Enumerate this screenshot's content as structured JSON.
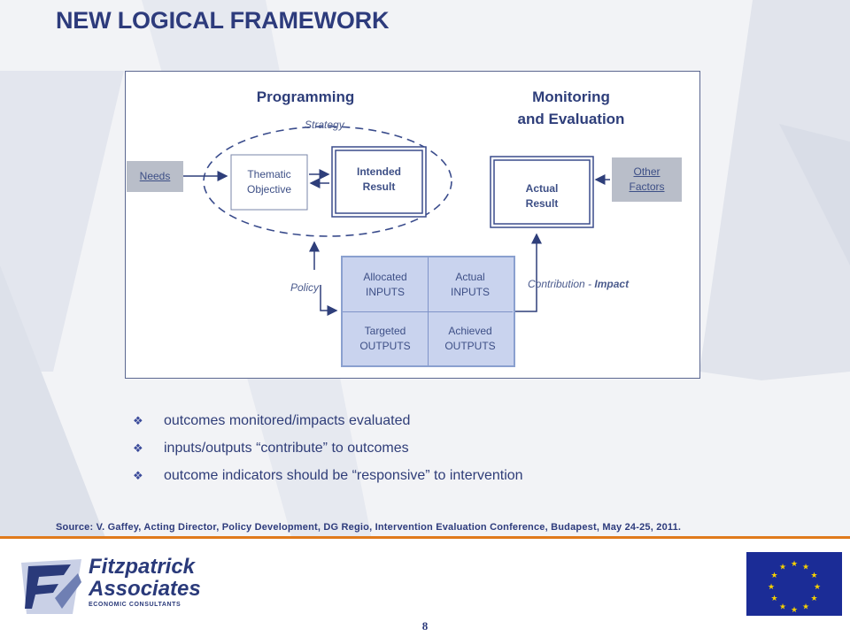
{
  "title": "NEW LOGICAL FRAMEWORK",
  "diagram": {
    "heading_left": "Programming",
    "heading_right_line1": "Monitoring",
    "heading_right_line2": "and Evaluation",
    "strategy": "Strategy",
    "needs": "Needs",
    "thematic_line1": "Thematic",
    "thematic_line2": "Objective",
    "intended_line1": "Intended",
    "intended_line2": "Result",
    "actual_result_line1": "Actual",
    "actual_result_line2": "Result",
    "other_factors_line1": "Other",
    "other_factors_line2": "Factors",
    "policy": "Policy",
    "contribution": "Contribution -",
    "impact": "Impact",
    "cells": {
      "allocated_line1": "Allocated",
      "allocated_line2": "INPUTS",
      "actual_inputs_line1": "Actual",
      "actual_inputs_line2": "INPUTS",
      "targeted_line1": "Targeted",
      "targeted_line2": "OUTPUTS",
      "achieved_line1": "Achieved",
      "achieved_line2": "OUTPUTS"
    }
  },
  "bullets": [
    "outcomes monitored/impacts evaluated",
    "inputs/outputs “contribute” to outcomes",
    "outcome indicators should be “responsive” to intervention"
  ],
  "source": "Source: V. Gaffey, Acting Director, Policy Development, DG Regio, Intervention Evaluation Conference, Budapest, May 24-25, 2011.",
  "footer": {
    "logo_line1": "Fitzpatrick",
    "logo_line2": "Associates",
    "logo_tag": "ECONOMIC CONSULTANTS",
    "page_number": "8"
  },
  "colors": {
    "title": "#2d3b7c",
    "accent_line": "#e07a1b",
    "flag_blue": "#1b2c96",
    "flag_star": "#f5d000"
  }
}
